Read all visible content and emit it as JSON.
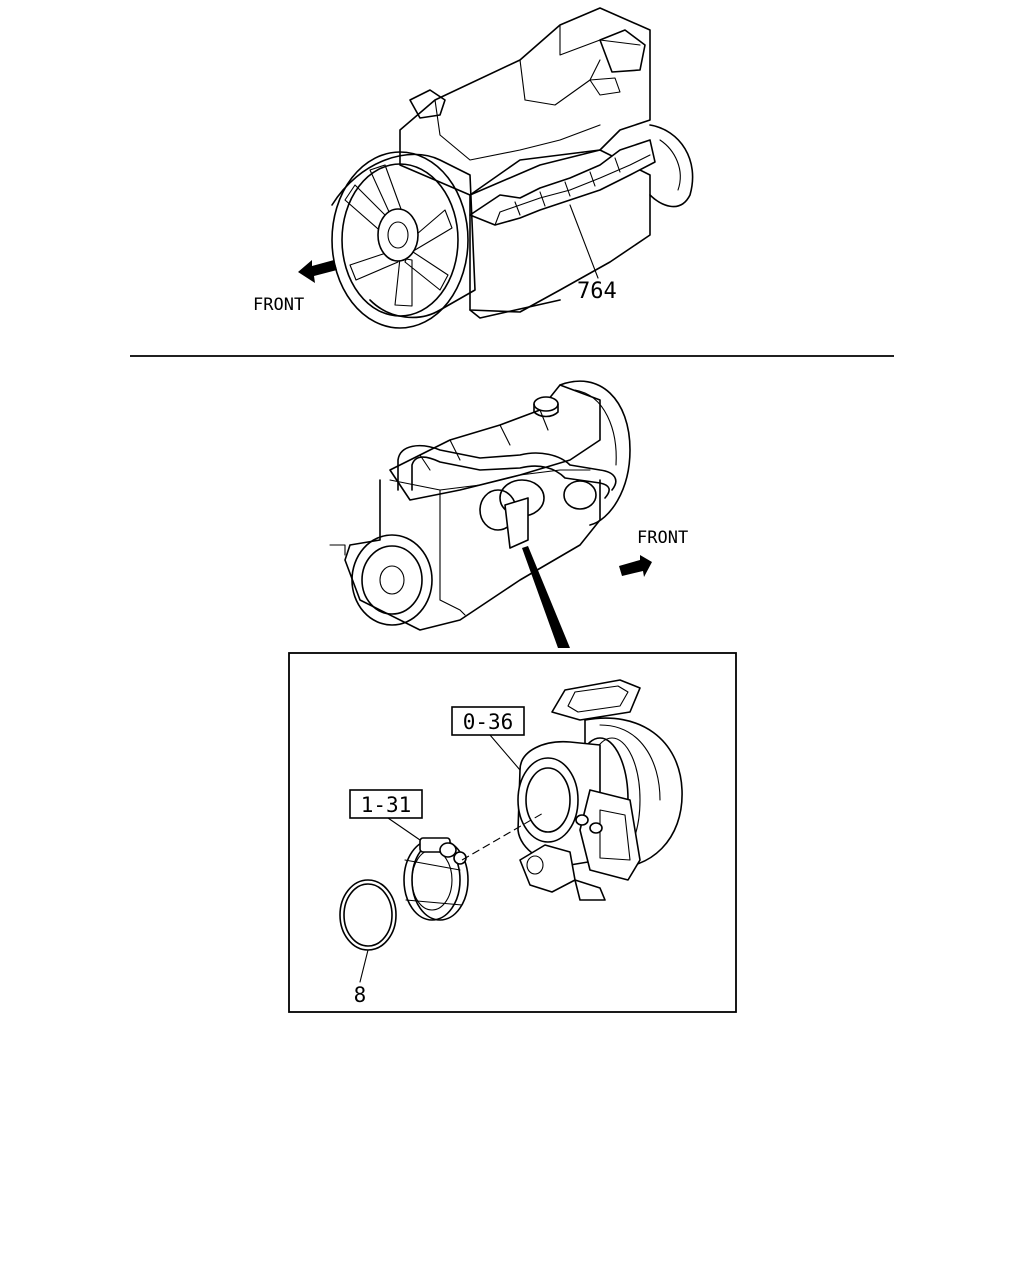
{
  "top_view": {
    "front_label": "FRONT",
    "part_callout": "764"
  },
  "bottom_view": {
    "front_label": "FRONT",
    "detail": {
      "turbocharger_ref": "0-36",
      "clamp_ref": "1-31",
      "gasket_part": "8"
    }
  }
}
